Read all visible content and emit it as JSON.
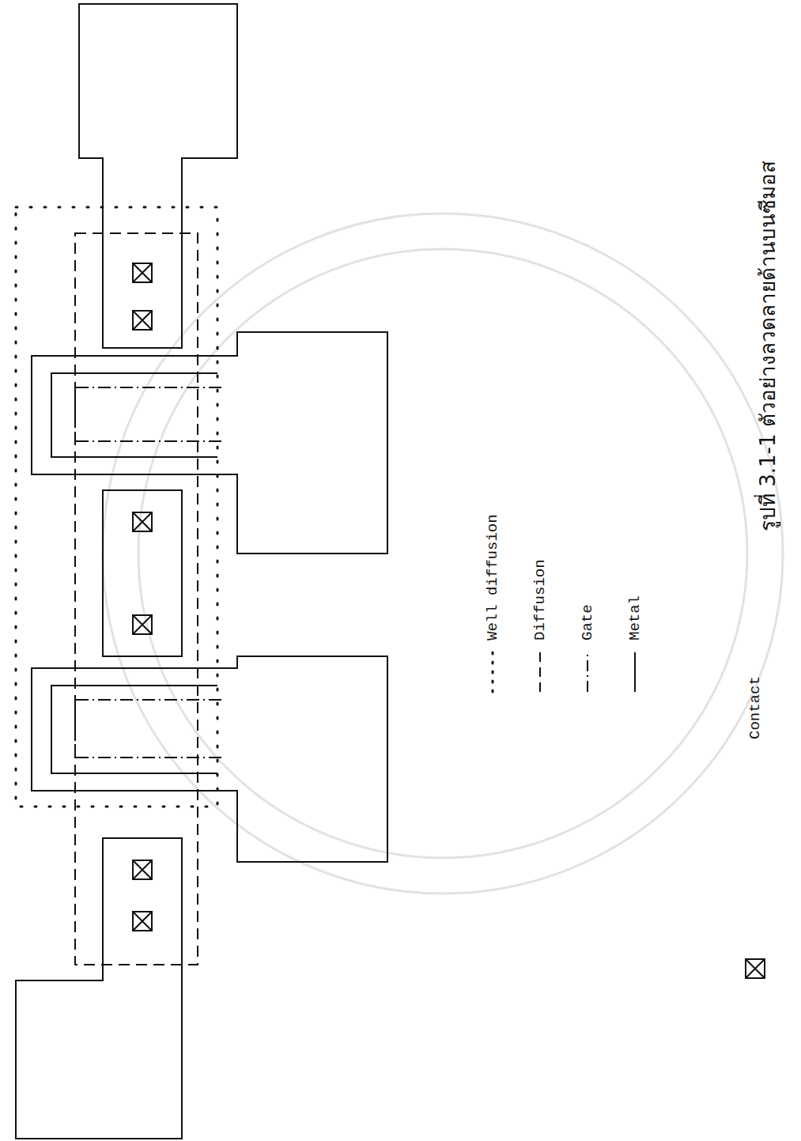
{
  "diagram": {
    "caption": "รูปที่ 3.1-1 ตัวอย่างลวดลายด้านบนซีมอส",
    "legend": [
      {
        "text": "Well diffusion"
      },
      {
        "text": "Diffusion"
      },
      {
        "text": "Gate"
      },
      {
        "text": "Metal"
      },
      {
        "text": "Contact"
      }
    ]
  }
}
